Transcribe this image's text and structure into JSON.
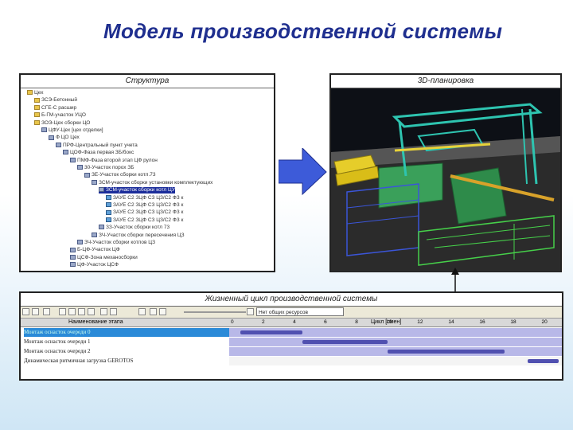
{
  "slide": {
    "title": "Модель производственной системы"
  },
  "structure": {
    "caption": "Структура",
    "rows": [
      "Цех",
      "ЗСЭ-Бетонный",
      "СГЕ-С расшир",
      "Б-ГМ-участок УЦО",
      "ЗОЭ-Цех сборки ЦО",
      "ЦФУ-Цех [цех отделки]",
      "Ф ЦО Цех",
      "ПРФ-Центральный пункт учета",
      "ЦОФ-Фаза первая ЗБ/бокс",
      "ПМФ-Фаза второй этап ЦФ рулон",
      "30-Участок порох ЗБ",
      "ЗЕ-Участок сборки котл.73",
      "ЗСМ-участок сборки установки комплектующих",
      "ЗСМ-участок сборки котл ЦУ",
      "ЗАУЕ С2 ЗЦФ СЗ ЦЗ/С2 ФЗ к",
      "ЗАУЕ С2 ЗЦФ СЗ ЦЗ/С2 ФЗ к",
      "ЗАУЕ С2 ЗЦФ СЗ ЦЗ/С2 ФЗ к",
      "ЗАУЕ С2 ЗЦФ СЗ ЦЗ/С2 ФЗ к",
      "ЗЗ-Участок сборки котл 73",
      "ЗЧ-Участок сборки пересечения ЦЗ",
      "ЗЧ-Участок сборки котлов ЦЗ",
      "Б-ЦФ-Участок ЦФ",
      "ЦСФ-Зона механосборки",
      "ЦФ-Участок ЦСФ"
    ]
  },
  "layout3d": {
    "caption": "3D-планировка"
  },
  "lifecycle": {
    "caption": "Жизненный цикл производственной системы",
    "toolbar": {
      "resource_combo": "Нет общих ресурсов"
    },
    "columns": {
      "name": "Наименование этапа",
      "cycle": "Цикл [смен]"
    },
    "scale": [
      "0",
      "2",
      "4",
      "6",
      "8",
      "10",
      "12",
      "14",
      "16",
      "18",
      "20"
    ],
    "rows": [
      {
        "name": "Монтаж оснасток очереди 0",
        "start": 0.5,
        "end": 4.5,
        "selected": true
      },
      {
        "name": "Монтаж оснасток очереди 1",
        "start": 4.5,
        "end": 10.0,
        "selected": false
      },
      {
        "name": "Монтаж оснасток очереди 2",
        "start": 10.0,
        "end": 17.5,
        "selected": false
      },
      {
        "name": "Динамическая ритмичная загрузка GEROTOS",
        "start": 19.0,
        "end": 21.0,
        "selected": false
      }
    ],
    "range": [
      0,
      21
    ]
  },
  "colors": {
    "title": "#1f2f8f",
    "arrow": "#3d5bd9",
    "bar": "#5050b0",
    "selected_row": "#2a8ad8"
  }
}
